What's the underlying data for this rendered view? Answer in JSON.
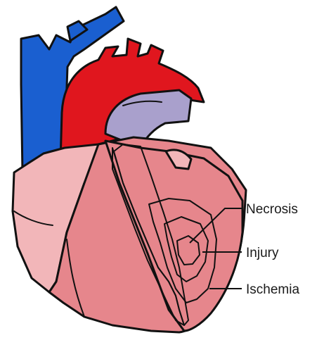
{
  "labels": {
    "necrosis": "Necrosis",
    "injury": "Injury",
    "ischemia": "Ischemia"
  },
  "colors": {
    "vein": "#1a5fd0",
    "artery": "#e0161e",
    "pulmonary": "#a9a0cc",
    "heart_light": "#f2b6b9",
    "heart_main": "#e6868c",
    "heart_dark": "#c85258",
    "ischemia": "#f6e8ee",
    "injury": "#ccc4dc",
    "necrosis": "#9a90c0"
  }
}
